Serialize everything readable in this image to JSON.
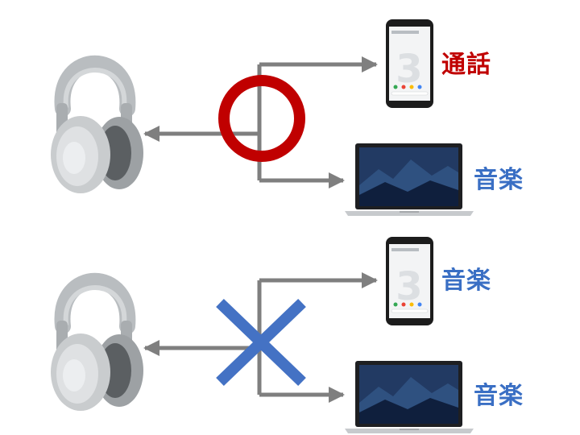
{
  "colors": {
    "arrow": "#7f7f7f",
    "circle": "#c00000",
    "cross": "#4472c4",
    "label_red": "#c00000",
    "label_blue": "#3a6fc4"
  },
  "top": {
    "phone_label": "通話",
    "laptop_label": "音楽",
    "mark": "circle"
  },
  "bottom": {
    "phone_label": "音楽",
    "laptop_label": "音楽",
    "mark": "cross"
  },
  "icons": [
    "headphones-icon",
    "smartphone-icon",
    "laptop-icon"
  ]
}
